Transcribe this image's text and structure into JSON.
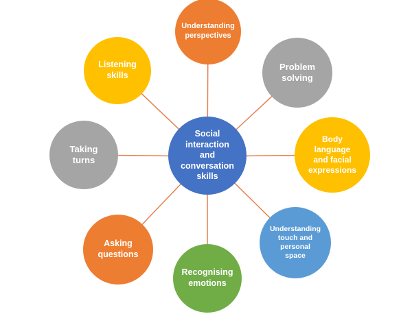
{
  "diagram": {
    "kind": "radial-cycle",
    "colors": {
      "hub_blue": "#4472C4",
      "orange": "#ED7D31",
      "gray": "#A5A5A5",
      "yellow": "#FFC000",
      "light_blue": "#5B9BD5",
      "green": "#70AD47",
      "connector_line": "#E2814F",
      "label_text": "#FFFFFF",
      "background": "#FFFFFF"
    },
    "center": {
      "label": [
        "Social",
        "interaction",
        "and",
        "conversation",
        "skills"
      ],
      "color": "#4472C4"
    },
    "nodes": [
      {
        "label": [
          "Understanding",
          "perspectives"
        ],
        "color": "#ED7D31",
        "position": "top"
      },
      {
        "label": [
          "Problem",
          "solving"
        ],
        "color": "#A5A5A5",
        "position": "top-right"
      },
      {
        "label": [
          "Body",
          "language",
          "and facial",
          "expressions"
        ],
        "color": "#FFC000",
        "position": "right"
      },
      {
        "label": [
          "Understanding",
          "touch and",
          "personal",
          "space"
        ],
        "color": "#5B9BD5",
        "position": "bottom-right"
      },
      {
        "label": [
          "Recognising",
          "emotions"
        ],
        "color": "#70AD47",
        "position": "bottom"
      },
      {
        "label": [
          "Asking",
          "questions"
        ],
        "color": "#ED7D31",
        "position": "bottom-left"
      },
      {
        "label": [
          "Taking",
          "turns"
        ],
        "color": "#A5A5A5",
        "position": "left"
      },
      {
        "label": [
          "Listening",
          "skills"
        ],
        "color": "#FFC000",
        "position": "top-left"
      }
    ]
  }
}
